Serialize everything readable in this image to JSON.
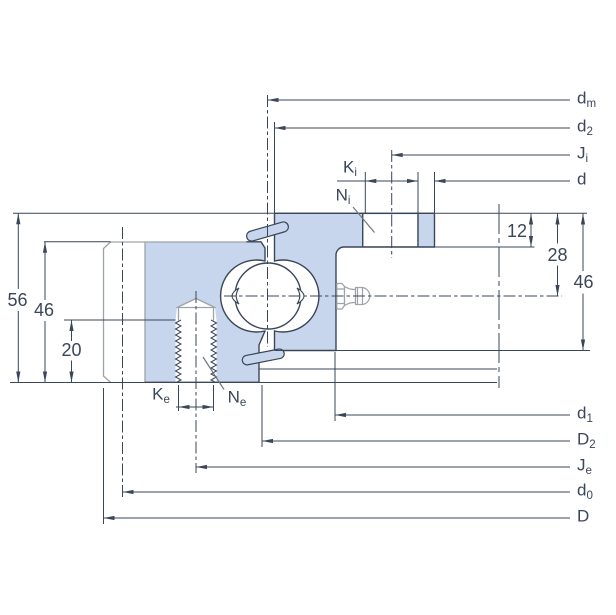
{
  "meta": {
    "type": "technical-cross-section-diagram",
    "subject": "flanged slewing ball bearing cross-section with dimension callouts"
  },
  "colors": {
    "ink": "#3A4759",
    "section_fill": "#C7D6ED",
    "gray_line": "#9EA3A8",
    "background": "#FFFFFF"
  },
  "labels": {
    "v56": "56",
    "v46_left": "46",
    "v20": "20",
    "v12": "12",
    "v28": "28",
    "v46_right": "46",
    "ki": {
      "base": "K",
      "sub": "i"
    },
    "ni": {
      "base": "N",
      "sub": "i"
    },
    "ke": {
      "base": "K",
      "sub": "e"
    },
    "ne": {
      "base": "N",
      "sub": "e"
    },
    "dm": {
      "base": "d",
      "sub": "m"
    },
    "d2": {
      "base": "d",
      "sub": "2"
    },
    "ji": {
      "base": "J",
      "sub": "i"
    },
    "d": {
      "base": "d",
      "sub": ""
    },
    "d1": {
      "base": "d",
      "sub": "1"
    },
    "D2": {
      "base": "D",
      "sub": "2"
    },
    "je": {
      "base": "J",
      "sub": "e"
    },
    "d0": {
      "base": "d",
      "sub": "0"
    },
    "D": {
      "base": "D",
      "sub": ""
    }
  }
}
